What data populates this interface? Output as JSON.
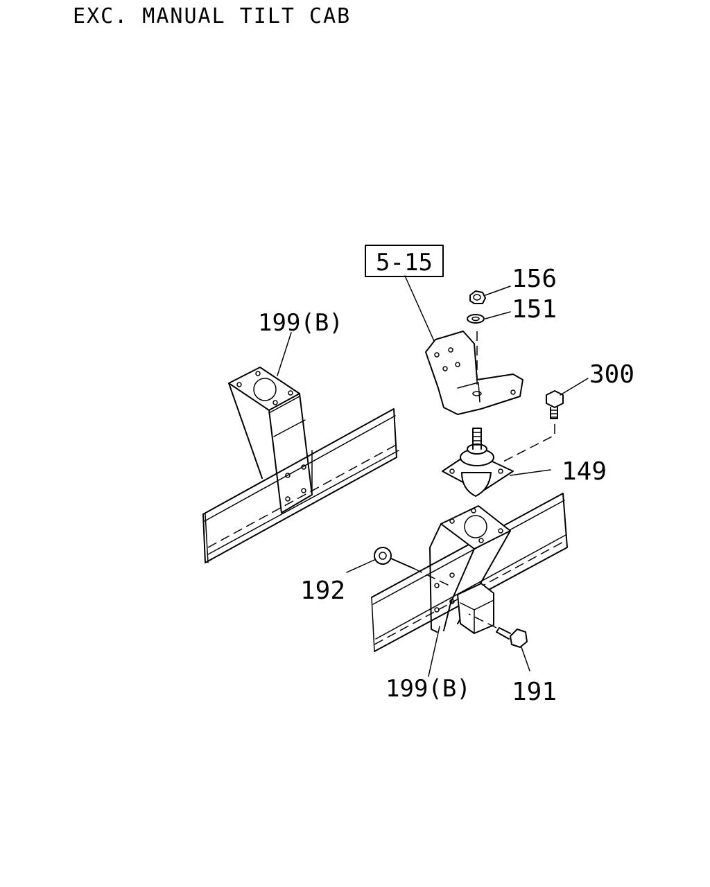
{
  "title": "EXC. MANUAL TILT CAB",
  "ref_box": "5-15",
  "callouts": {
    "p156": "156",
    "p151": "151",
    "p300": "300",
    "p149": "149",
    "p199b_top": "199(B)",
    "p192": "192",
    "p199b_bottom": "199(B)",
    "p191": "191"
  }
}
